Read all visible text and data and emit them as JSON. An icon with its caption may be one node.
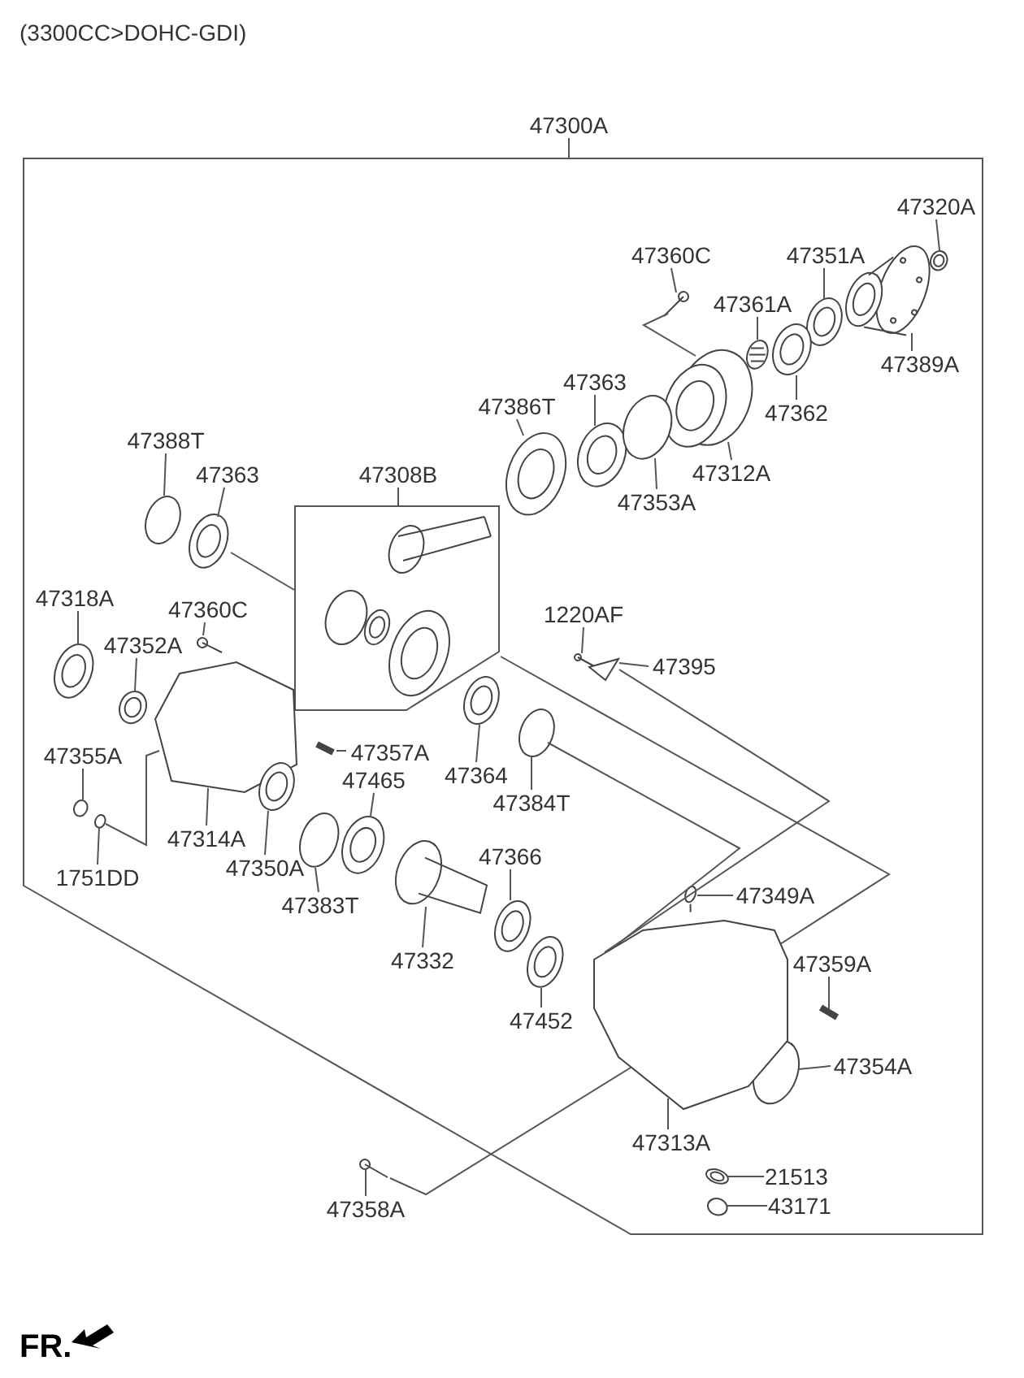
{
  "diagram": {
    "title": "(3300CC>DOHC-GDI)",
    "nodes": [
      {
        "text": [
          "47300A"
        ]
      },
      {
        "text": [],
        "shape": "box"
      },
      {
        "text": [
          "47320A"
        ],
        "in": 1
      },
      {
        "text": [
          "47360C"
        ],
        "in": 1
      },
      {
        "text": [
          "47351A"
        ],
        "in": 1
      },
      {
        "text": [
          "47361A"
        ],
        "in": 1
      },
      {
        "text": [
          "47389A"
        ],
        "in": 1
      },
      {
        "text": [
          "47363"
        ],
        "in": 1
      },
      {
        "text": [
          "47386T"
        ],
        "in": 1
      },
      {
        "text": [
          "47362"
        ],
        "in": 1
      },
      {
        "text": [
          "47312A"
        ],
        "in": 1
      },
      {
        "text": [
          "47353A"
        ],
        "in": 1
      },
      {
        "text": [
          "47388T"
        ],
        "in": 1
      },
      {
        "text": [
          "47363"
        ],
        "in": 1
      },
      {
        "text": [
          "47308B"
        ],
        "in": 1
      },
      {
        "text": [],
        "shape": "box",
        "in": 1
      },
      {
        "text": [
          "47318A"
        ],
        "in": 1
      },
      {
        "text": [
          "47360C"
        ],
        "in": 1
      },
      {
        "text": [
          "1220AF"
        ],
        "in": 1
      },
      {
        "text": [
          "47352A"
        ],
        "in": 1
      },
      {
        "text": [
          "47395"
        ],
        "in": 1
      },
      {
        "text": [
          "47357A"
        ],
        "in": 1
      },
      {
        "text": [
          "47355A"
        ],
        "in": 1
      },
      {
        "text": [
          "47364"
        ],
        "in": 1
      },
      {
        "text": [
          "47465"
        ],
        "in": 1
      },
      {
        "text": [
          "47384T"
        ],
        "in": 1
      },
      {
        "text": [
          "47314A"
        ],
        "in": 1
      },
      {
        "text": [
          "47350A"
        ],
        "in": 1
      },
      {
        "text": [
          "1751DD"
        ],
        "in": 1
      },
      {
        "text": [
          "47366"
        ],
        "in": 1
      },
      {
        "text": [
          "47383T"
        ],
        "in": 1
      },
      {
        "text": [
          "47349A"
        ],
        "in": 1
      },
      {
        "text": [
          "47332"
        ],
        "in": 1
      },
      {
        "text": [
          "47359A"
        ],
        "in": 1
      },
      {
        "text": [
          "47452"
        ],
        "in": 1
      },
      {
        "text": [
          "47354A"
        ],
        "in": 1
      },
      {
        "text": [
          "47313A"
        ],
        "in": 1
      },
      {
        "text": [
          "21513"
        ],
        "in": 1
      },
      {
        "text": [
          "43171"
        ],
        "in": 1
      },
      {
        "text": [
          "47358A"
        ],
        "in": 1
      },
      {
        "text": [],
        "shape": "picture",
        "in": 1
      },
      {
        "text": [],
        "shape": "picture",
        "in": 1
      },
      {
        "text": [],
        "shape": "picture",
        "in": 1
      },
      {
        "text": [],
        "shape": "picture",
        "in": 1
      },
      {
        "text": [],
        "shape": "picture",
        "in": 1
      },
      {
        "text": [],
        "shape": "picture",
        "in": 1
      },
      {
        "text": [],
        "shape": "picture",
        "in": 1
      },
      {
        "text": [],
        "shape": "picture",
        "in": 1
      },
      {
        "text": [],
        "shape": "picture",
        "in": 1
      },
      {
        "text": [],
        "shape": "circle",
        "in": 1
      },
      {
        "text": [],
        "shape": "circle",
        "in": 1
      },
      {
        "text": [],
        "shape": "picture",
        "in": 1
      },
      {
        "text": [],
        "shape": "picture",
        "in": 1
      },
      {
        "text": [],
        "shape": "picture",
        "in": 1
      },
      {
        "text": [],
        "shape": "picture",
        "in": 1
      },
      {
        "text": [],
        "shape": "picture",
        "in": 1
      },
      {
        "text": [],
        "shape": "picture",
        "in": 1
      },
      {
        "text": [],
        "shape": "picture",
        "in": 1
      },
      {
        "text": [],
        "shape": "circle",
        "in": 1
      },
      {
        "text": [],
        "shape": "picture",
        "in": 1
      },
      {
        "text": [],
        "shape": "picture",
        "in": 1
      },
      {
        "text": [],
        "shape": "circle",
        "in": 1
      },
      {
        "text": [],
        "shape": "picture",
        "in": 1
      },
      {
        "text": [],
        "shape": "picture",
        "in": 1
      },
      {
        "text": [],
        "shape": "circle",
        "in": 1
      },
      {
        "text": [],
        "shape": "picture",
        "in": 1
      },
      {
        "text": [],
        "shape": "circle",
        "in": 1
      },
      {
        "text": [],
        "shape": "circle",
        "in": 1
      },
      {
        "text": [],
        "shape": "picture",
        "in": 1
      },
      {
        "text": [],
        "shape": "picture",
        "in": 1
      },
      {
        "text": [],
        "shape": "picture",
        "in": 1
      },
      {
        "text": [],
        "shape": "circle",
        "in": 1
      },
      {
        "text": [],
        "shape": "picture",
        "in": 1
      },
      {
        "text": [],
        "shape": "picture",
        "in": 1
      },
      {
        "text": [],
        "shape": "circle",
        "in": 1
      },
      {
        "text": [],
        "shape": "picture",
        "in": 1
      }
    ],
    "edges": [
      {
        "from": 0,
        "to": 1,
        "arrow": "none"
      },
      {
        "from": 2,
        "to": 40,
        "arrow": "none"
      },
      {
        "from": 3,
        "to": 41,
        "arrow": "none"
      },
      {
        "from": 4,
        "to": 42,
        "arrow": "none"
      },
      {
        "from": 5,
        "to": 43,
        "arrow": "none"
      },
      {
        "from": 6,
        "to": 44,
        "arrow": "none"
      },
      {
        "from": 7,
        "to": 45,
        "arrow": "none"
      },
      {
        "from": 8,
        "to": 46,
        "arrow": "none"
      },
      {
        "from": 9,
        "to": 47,
        "arrow": "none"
      },
      {
        "from": 10,
        "to": 48,
        "arrow": "none"
      },
      {
        "from": 11,
        "to": 49,
        "arrow": "none"
      },
      {
        "from": 12,
        "to": 50,
        "arrow": "none"
      },
      {
        "from": 13,
        "to": 51,
        "arrow": "none"
      },
      {
        "from": 14,
        "to": 15,
        "arrow": "none"
      },
      {
        "from": 16,
        "to": 52,
        "arrow": "none"
      },
      {
        "from": 17,
        "to": 53,
        "arrow": "none"
      },
      {
        "from": 18,
        "to": 54,
        "arrow": "none"
      },
      {
        "from": 19,
        "to": 55,
        "arrow": "none"
      },
      {
        "from": 20,
        "to": 56,
        "arrow": "none"
      },
      {
        "from": 21,
        "to": 57,
        "arrow": "none"
      },
      {
        "from": 22,
        "to": 58,
        "arrow": "none"
      },
      {
        "from": 23,
        "to": 59,
        "arrow": "none"
      },
      {
        "from": 24,
        "to": 60,
        "arrow": "none"
      },
      {
        "from": 25,
        "to": 61,
        "arrow": "none"
      },
      {
        "from": 26,
        "to": 62,
        "arrow": "none"
      },
      {
        "from": 27,
        "to": 63,
        "arrow": "none"
      },
      {
        "from": 28,
        "to": 64,
        "arrow": "none"
      },
      {
        "from": 29,
        "to": 65,
        "arrow": "none"
      },
      {
        "from": 30,
        "to": 66,
        "arrow": "none"
      },
      {
        "from": 31,
        "to": 67,
        "arrow": "none"
      },
      {
        "from": 32,
        "to": 68,
        "arrow": "none"
      },
      {
        "from": 33,
        "to": 69,
        "arrow": "none"
      },
      {
        "from": 34,
        "to": 70,
        "arrow": "none"
      },
      {
        "from": 35,
        "to": 71,
        "arrow": "none"
      },
      {
        "from": 36,
        "to": 72,
        "arrow": "none"
      },
      {
        "from": 37,
        "to": 73,
        "arrow": "none"
      },
      {
        "from": 38,
        "to": 74,
        "arrow": "none"
      },
      {
        "from": 39,
        "to": 75,
        "arrow": "none"
      },
      {
        "from": 51,
        "to": 15,
        "arrow": "none"
      },
      {
        "from": 41,
        "to": 48,
        "arrow": "none"
      },
      {
        "from": 61,
        "to": 72,
        "arrow": "none"
      },
      {
        "from": 62,
        "to": 64,
        "arrow": "none"
      },
      {
        "from": 56,
        "to": 72,
        "arrow": "none"
      },
      {
        "from": 15,
        "to": 72,
        "arrow": "none"
      },
      {
        "from": 72,
        "to": 75,
        "arrow": "none"
      }
    ],
    "labels": [
      "FR."
    ]
  }
}
